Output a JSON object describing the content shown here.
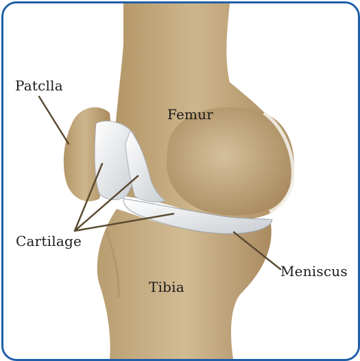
{
  "labels": {
    "patella": "Patclla",
    "femur": "Femur",
    "cartilage": "Cartilage",
    "meniscus": "Meniscus",
    "tibia": "Tibia"
  },
  "colors": {
    "frame_border": "#1f5fa8",
    "bone": "#c7ae84",
    "bone_shadow": "#a58b62",
    "bone_highlight": "#ddc9a6",
    "cartilage": "#eceff1",
    "leader": "#5a4a32"
  }
}
